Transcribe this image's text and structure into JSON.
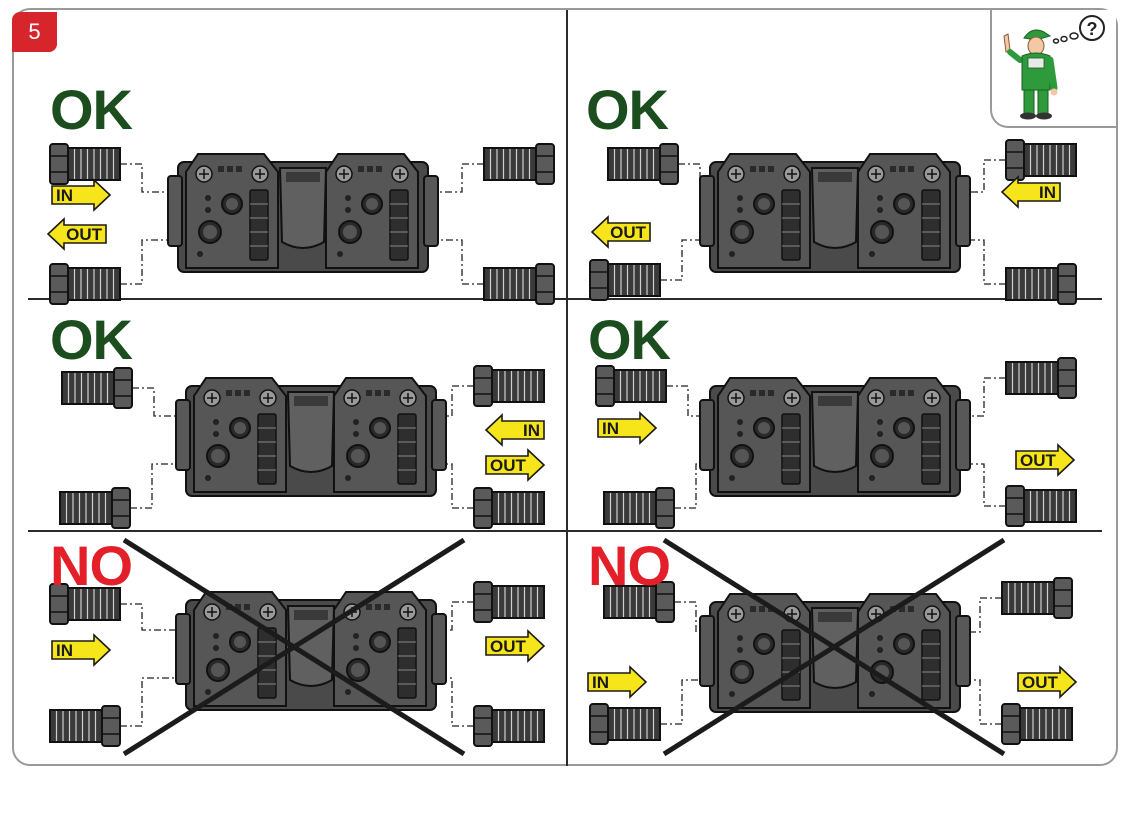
{
  "step": {
    "number": "5"
  },
  "colors": {
    "ok": "#1b4d1f",
    "no": "#e3202a",
    "arrow_fill": "#f6e51b",
    "badge": "#d7262b"
  },
  "help": {
    "icon": "worker-question-icon",
    "bubble": "?"
  },
  "panels": [
    {
      "id": "top-left",
      "verdict": "OK",
      "labels": [
        "IN",
        "OUT"
      ]
    },
    {
      "id": "top-right",
      "verdict": "OK",
      "labels": [
        "IN",
        "OUT"
      ]
    },
    {
      "id": "mid-left",
      "verdict": "OK",
      "labels": [
        "IN",
        "OUT"
      ]
    },
    {
      "id": "mid-right",
      "verdict": "OK",
      "labels": [
        "IN",
        "OUT"
      ]
    },
    {
      "id": "bot-left",
      "verdict": "NO",
      "labels": [
        "IN",
        "OUT"
      ]
    },
    {
      "id": "bot-right",
      "verdict": "NO",
      "labels": [
        "IN",
        "OUT"
      ]
    }
  ]
}
